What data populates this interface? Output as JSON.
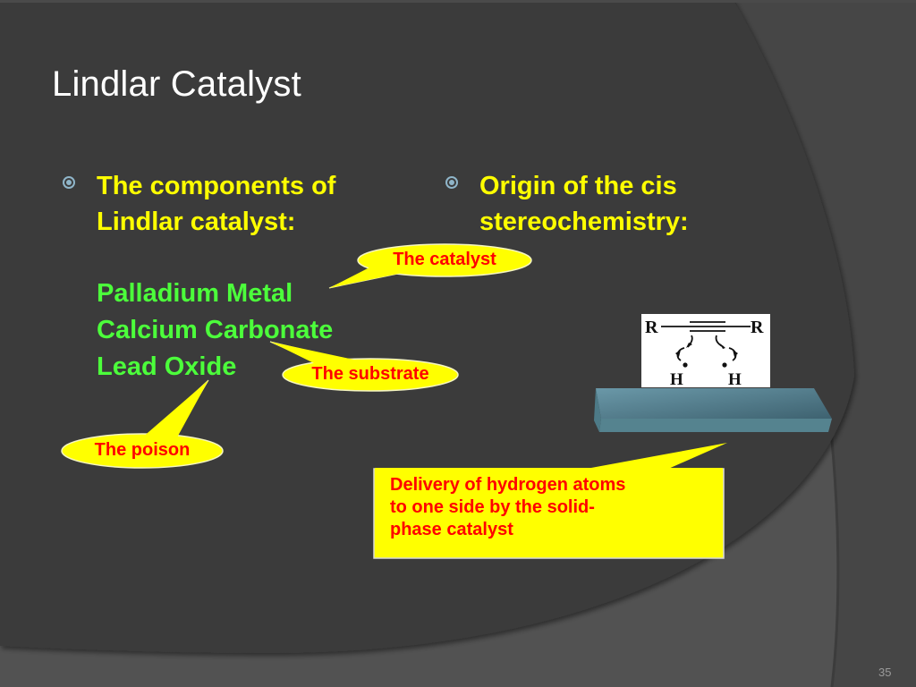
{
  "slide": {
    "title": "Lindlar Catalyst",
    "page_number": "35",
    "colors": {
      "background_dark": "#3a3a3a",
      "background_light": "#525252",
      "title": "#ffffff",
      "heading": "#ffff00",
      "components": "#4cff3b",
      "callout_fill": "#ffff00",
      "callout_text": "#ff0000",
      "bullet": "#8fb5c9",
      "catalyst_surface": "#5a8898"
    }
  },
  "left_column": {
    "bullet_icon": "circle-bullet-icon",
    "heading_lines": [
      "The components of",
      "Lindlar catalyst:"
    ],
    "components": [
      "Palladium Metal",
      "Calcium Carbonate",
      "Lead Oxide"
    ]
  },
  "right_column": {
    "bullet_icon": "circle-bullet-icon",
    "heading_lines": [
      "Origin of the cis",
      "stereochemistry:"
    ]
  },
  "callouts": {
    "catalyst": "The catalyst",
    "substrate": "The substrate",
    "poison": "The poison",
    "delivery_lines": [
      "Delivery of hydrogen atoms",
      "to one side by the solid-",
      "phase catalyst"
    ]
  },
  "mechanism": {
    "left_group": "R",
    "right_group": "R",
    "hydrogen_left": "H",
    "hydrogen_right": "H",
    "surface_label": "solid-phase catalyst surface"
  }
}
